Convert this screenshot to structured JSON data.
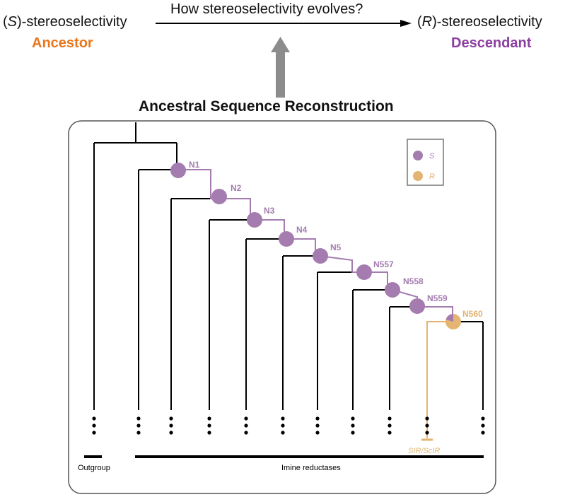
{
  "header": {
    "left_paren_open": "(",
    "left_letter": "S",
    "left_rest": ")-stereoselectivity",
    "left_role": "Ancestor",
    "right_paren_open": "(",
    "right_letter": "R",
    "right_rest": ")-stereoselectivity",
    "right_role": "Descendant",
    "question": "How stereoselectivity evolves?",
    "method": "Ancestral Sequence Reconstruction"
  },
  "legend": {
    "s_label": "S",
    "r_label": "R"
  },
  "nodes": [
    {
      "label": "N1",
      "state": "S"
    },
    {
      "label": "N2",
      "state": "S"
    },
    {
      "label": "N3",
      "state": "S"
    },
    {
      "label": "N4",
      "state": "S"
    },
    {
      "label": "N5",
      "state": "S"
    },
    {
      "label": "N557",
      "state": "S"
    },
    {
      "label": "N558",
      "state": "S"
    },
    {
      "label": "N559",
      "state": "S"
    },
    {
      "label": "N560",
      "state": "R"
    }
  ],
  "groups": {
    "outgroup": "Outgroup",
    "imine": "Imine reductases",
    "sir": "SIR/ScIR"
  },
  "colors": {
    "ancestor": "#e8761c",
    "descendant": "#8b3fa0",
    "s_node": "#a47cb0",
    "r_node": "#e3b472",
    "tree": "#000000",
    "arrow_gray": "#8c8c8c"
  }
}
